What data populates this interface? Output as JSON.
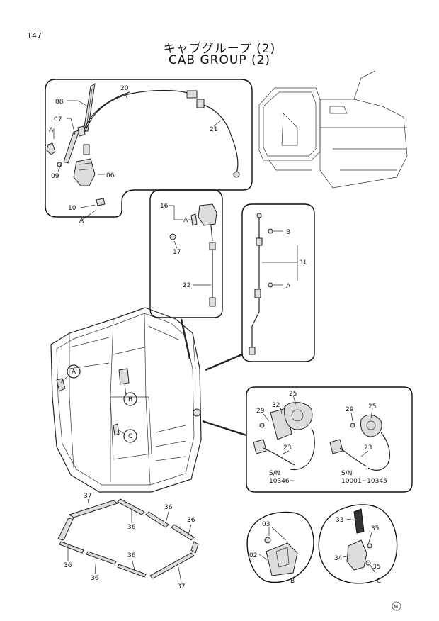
{
  "header": {
    "page_number": "147",
    "title_jp": "キャブグループ (2)",
    "title_en": "CAB GROUP (2)"
  },
  "callouts": {
    "c02": "02",
    "c03": "03",
    "c06": "06",
    "c07": "07",
    "c08": "08",
    "c09": "09",
    "c10": "10",
    "c16": "16",
    "c17": "17",
    "c20": "20",
    "c21": "21",
    "c22": "22",
    "c23a": "23",
    "c23b": "23",
    "c25a": "25",
    "c25b": "25",
    "c29a": "29",
    "c29b": "29",
    "c31": "31",
    "c32": "32",
    "c33": "33",
    "c34": "34",
    "c35a": "35",
    "c35b": "35",
    "c36a": "36",
    "c36b": "36",
    "c36c": "36",
    "c36d": "36",
    "c36e": "36",
    "c36f": "36",
    "c37a": "37",
    "c37b": "37"
  },
  "ref_labels": {
    "a_wiper_top": "A",
    "a_wiper_bottom": "A",
    "a_lamp": "A",
    "a_mount": "A",
    "b_mount": "B",
    "b_detail": "B",
    "c_detail": "C",
    "circle_a": "A",
    "circle_b": "B",
    "circle_c": "C"
  },
  "serial_notes": {
    "left_sn": "S/N",
    "left_range": "10346~",
    "right_sn": "S/N",
    "right_range": "10001~10345"
  },
  "footer": {
    "mark": "M"
  }
}
